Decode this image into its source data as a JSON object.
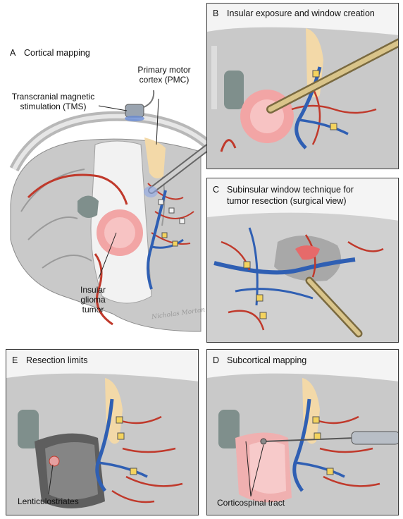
{
  "panels": {
    "a": {
      "letter": "A",
      "title": "Cortical mapping"
    },
    "b": {
      "letter": "B",
      "title": "Insular exposure and window creation"
    },
    "c": {
      "letter": "C",
      "title_line1": "Subinsular window technique for",
      "title_line2": "tumor resection (surgical view)"
    },
    "d": {
      "letter": "D",
      "title": "Subcortical mapping"
    },
    "e": {
      "letter": "E",
      "title": "Resection limits"
    }
  },
  "labels": {
    "pmc_line1": "Primary motor",
    "pmc_line2": "cortex (PMC)",
    "tms_line1": "Transcranial magnetic",
    "tms_line2": "stimulation (TMS)",
    "tumor_line1": "Insular",
    "tumor_line2": "glioma",
    "tumor_line3": "tumor",
    "lenticulostriates": "Lenticulostriates",
    "corticospinal": "Corticospinal tract"
  },
  "signature": "Nicholas Morton",
  "colors": {
    "brain_gray": "#c9c9c9",
    "white_matter": "#f2f2f2",
    "artery_red": "#c0392b",
    "vein_blue": "#2f5fb3",
    "tumor_pink": "#f2a5a5",
    "motor_cortex": "#f3d9a8",
    "panel_border": "#3a3a3a"
  }
}
